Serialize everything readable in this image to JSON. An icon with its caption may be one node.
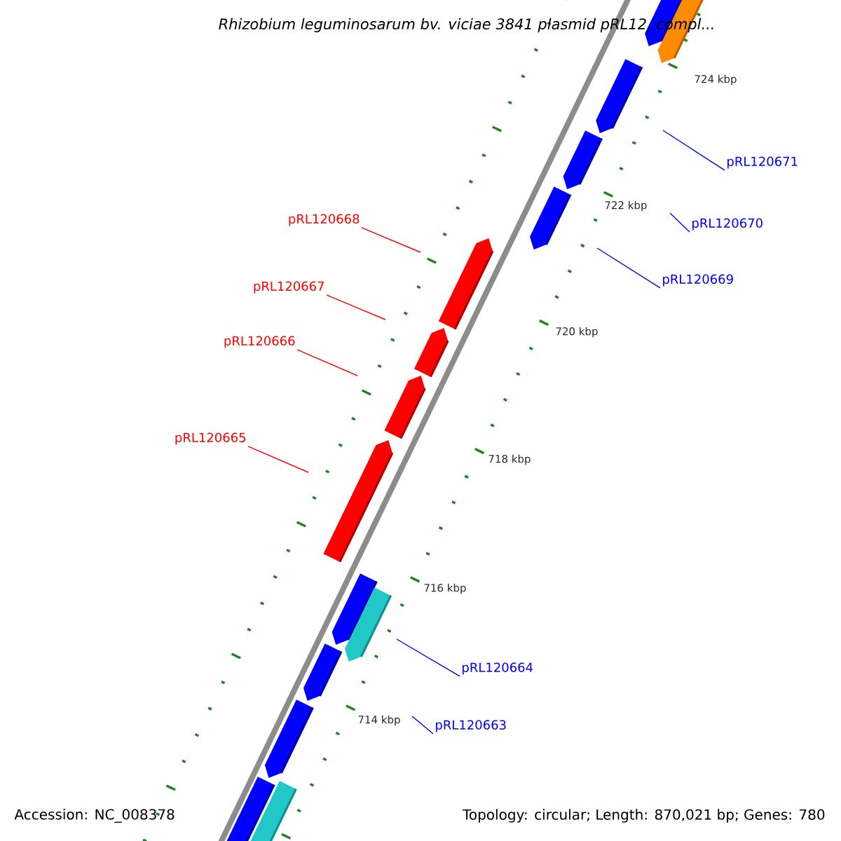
{
  "diagram": {
    "title": "Rhizobium leguminosarum bv. viciae 3841 plasmid pRL12, compl...",
    "nodes": [
      {
        "text": [
          "pRL120671"
        ]
      },
      {
        "text": [
          "pRL120668"
        ]
      },
      {
        "text": [
          "pRL120670"
        ]
      },
      {
        "text": [
          "pRL120669"
        ]
      },
      {
        "text": [
          "pRL120667"
        ]
      },
      {
        "text": [
          "pRL120666"
        ]
      },
      {
        "text": [
          "pRL120665"
        ]
      },
      {
        "text": [
          "pRL120664"
        ]
      },
      {
        "text": [
          "pRL120663"
        ]
      }
    ],
    "edges": [
      {
        "from": 0,
        "to": null,
        "arrow": "none"
      },
      {
        "from": 1,
        "to": null,
        "arrow": "none",
        "color": "#ff0000"
      },
      {
        "from": 2,
        "to": null,
        "arrow": "none"
      },
      {
        "from": 3,
        "to": null,
        "arrow": "none"
      },
      {
        "from": 4,
        "to": null,
        "arrow": "none",
        "color": "#ff0000"
      },
      {
        "from": 5,
        "to": null,
        "arrow": "none",
        "color": "#ff0000"
      },
      {
        "from": 6,
        "to": null,
        "arrow": "none",
        "color": "#ff0000"
      },
      {
        "from": 7,
        "to": null,
        "arrow": "none"
      },
      {
        "from": 8,
        "to": null,
        "arrow": "none"
      }
    ],
    "labels": [
      "724 kbp",
      "722 kbp",
      "720 kbp",
      "718 kbp",
      "716 kbp",
      "714 kbp",
      "Accession: NC_008378",
      "Topology: circular; Length: 870,021 bp; Genes: 780"
    ]
  }
}
